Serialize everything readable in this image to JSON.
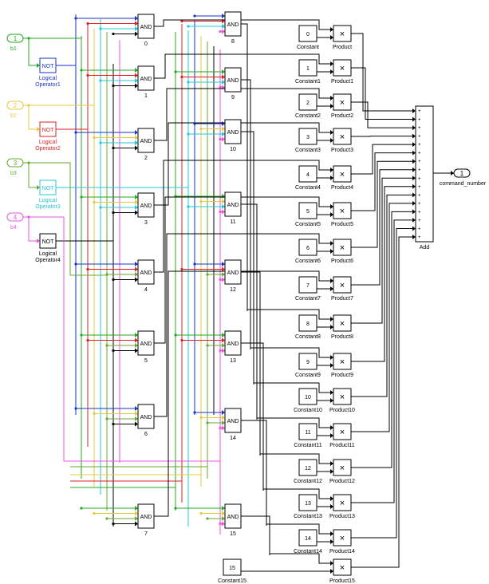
{
  "diagram": {
    "inports": [
      {
        "num": "1",
        "label": "b1",
        "color": "#22aa22"
      },
      {
        "num": "2",
        "label": "b2",
        "color": "#e8c840"
      },
      {
        "num": "3",
        "label": "b3",
        "color": "#66aa33"
      },
      {
        "num": "4",
        "label": "b4",
        "color": "#ee55dd"
      }
    ],
    "not_gates": [
      {
        "text": "NOT",
        "label1": "Logical",
        "label2": "Operator1",
        "color": "#1a35cc"
      },
      {
        "text": "NOT",
        "label1": "Logical",
        "label2": "Operator2",
        "color": "#dd2222"
      },
      {
        "text": "NOT",
        "label1": "Logical",
        "label2": "Operator3",
        "color": "#22c8d8"
      },
      {
        "text": "NOT",
        "label1": "Logical",
        "label2": "Operator4",
        "color": "#000000"
      }
    ],
    "and_text": "AND",
    "and_labels": [
      "0",
      "1",
      "2",
      "3",
      "4",
      "5",
      "6",
      "7",
      "8",
      "9",
      "10",
      "11",
      "12",
      "13",
      "14",
      "15"
    ],
    "constants": {
      "values": [
        "0",
        "1",
        "2",
        "3",
        "4",
        "5",
        "6",
        "7",
        "8",
        "9",
        "10",
        "11",
        "12",
        "13",
        "14",
        "15"
      ],
      "labels": [
        "Constant",
        "Constant1",
        "Constant2",
        "Constant3",
        "Constant4",
        "Constant5",
        "Constant6",
        "Constant7",
        "Constant8",
        "Constant9",
        "Constant10",
        "Constant11",
        "Constant12",
        "Constant13",
        "Constant14",
        "Constant15"
      ]
    },
    "products": {
      "symbol": "×",
      "labels": [
        "Product",
        "Product1",
        "Product2",
        "Product3",
        "Product4",
        "Product5",
        "Product6",
        "Product7",
        "Product8",
        "Product9",
        "Product10",
        "Product11",
        "Product12",
        "Product13",
        "Product14",
        "Product15"
      ]
    },
    "add": {
      "label": "Add"
    },
    "outport": {
      "num": "1",
      "label": "command_number"
    },
    "colors": {
      "blue": "#1a35cc",
      "red": "#dd2222",
      "cyan": "#22c8d8",
      "green": "#22aa22",
      "yellow": "#e8c840",
      "olive": "#66aa33",
      "magenta": "#ee55dd",
      "black": "#000000"
    }
  }
}
